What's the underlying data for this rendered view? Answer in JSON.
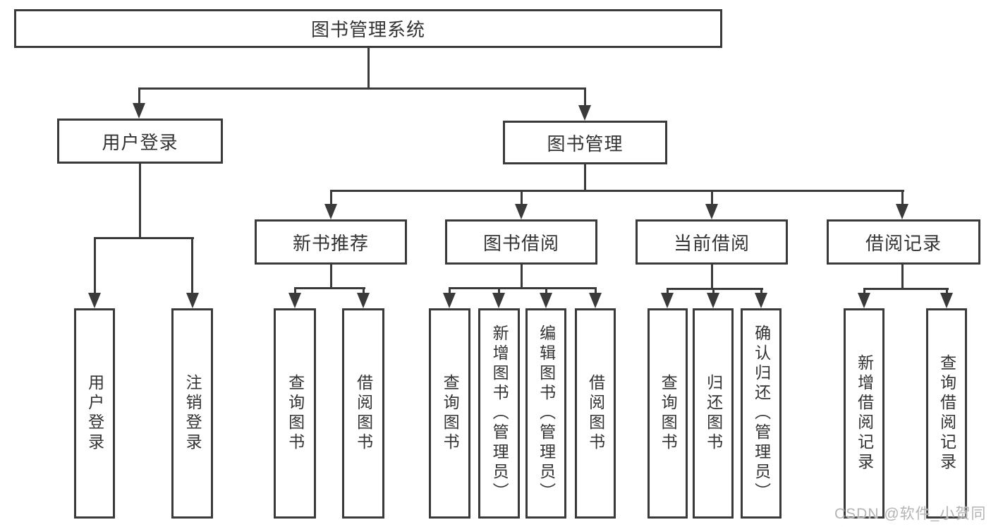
{
  "diagram": {
    "root": {
      "label": "图书管理系统",
      "children": [
        {
          "label": "用户登录",
          "children": [
            {
              "label": "用户登录"
            },
            {
              "label": "注销登录"
            }
          ]
        },
        {
          "label": "图书管理",
          "children": [
            {
              "label": "新书推荐",
              "children": [
                {
                  "label": "查询图书"
                },
                {
                  "label": "借阅图书"
                }
              ]
            },
            {
              "label": "图书借阅",
              "children": [
                {
                  "label": "查询图书"
                },
                {
                  "label": "新增图书（管理员）"
                },
                {
                  "label": "编辑图书（管理员）"
                },
                {
                  "label": "借阅图书"
                }
              ]
            },
            {
              "label": "当前借阅",
              "children": [
                {
                  "label": "查询图书"
                },
                {
                  "label": "归还图书"
                },
                {
                  "label": "确认归还（管理员）"
                }
              ]
            },
            {
              "label": "借阅记录",
              "children": [
                {
                  "label": "新增借阅记录"
                },
                {
                  "label": "查询借阅记录"
                }
              ]
            }
          ]
        }
      ]
    },
    "watermark": "CSDN @软件_小贺同学",
    "colors": {
      "line": "#3a3a3a",
      "text": "#333333",
      "background": "#ffffff",
      "watermark": "#b4b4b4"
    }
  }
}
